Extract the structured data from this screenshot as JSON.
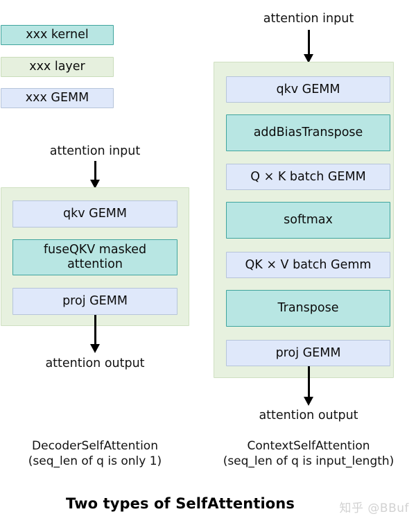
{
  "figure": {
    "title": "Two types of SelfAttentions",
    "watermark": "知乎 @BBuf"
  },
  "legend": {
    "items": [
      {
        "label": "xxx kernel",
        "style": "kernel"
      },
      {
        "label": "xxx layer",
        "style": "layer"
      },
      {
        "label": "xxx GEMM",
        "style": "gemm"
      }
    ]
  },
  "colors": {
    "kernel_fill": "#b8e6e3",
    "kernel_border": "#3fa49d",
    "layer_fill": "#e7f1df",
    "layer_border": "#cfe0c1",
    "gemm_fill": "#dfe8fa",
    "gemm_border": "#b6c4da",
    "arrow": "#000000",
    "text": "#111111",
    "watermark": "#d2d2d2"
  },
  "left_column": {
    "input_label": "attention input",
    "output_label": "attention output",
    "caption_line1": "DecoderSelfAttention",
    "caption_line2": "(seq_len of q is only 1)",
    "nodes": [
      {
        "label": "qkv GEMM",
        "style": "gemm"
      },
      {
        "label": "fuseQKV masked\nattention",
        "style": "kernel"
      },
      {
        "label": "proj GEMM",
        "style": "gemm"
      }
    ]
  },
  "right_column": {
    "input_label": "attention input",
    "output_label": "attention output",
    "caption_line1": "ContextSelfAttention",
    "caption_line2": "(seq_len of q is input_length)",
    "nodes": [
      {
        "label": "qkv GEMM",
        "style": "gemm"
      },
      {
        "label": "addBiasTranspose",
        "style": "kernel"
      },
      {
        "label": "Q × K batch GEMM",
        "style": "gemm"
      },
      {
        "label": "softmax",
        "style": "kernel"
      },
      {
        "label": "QK × V batch Gemm",
        "style": "gemm"
      },
      {
        "label": "Transpose",
        "style": "kernel"
      },
      {
        "label": "proj GEMM",
        "style": "gemm"
      }
    ]
  }
}
